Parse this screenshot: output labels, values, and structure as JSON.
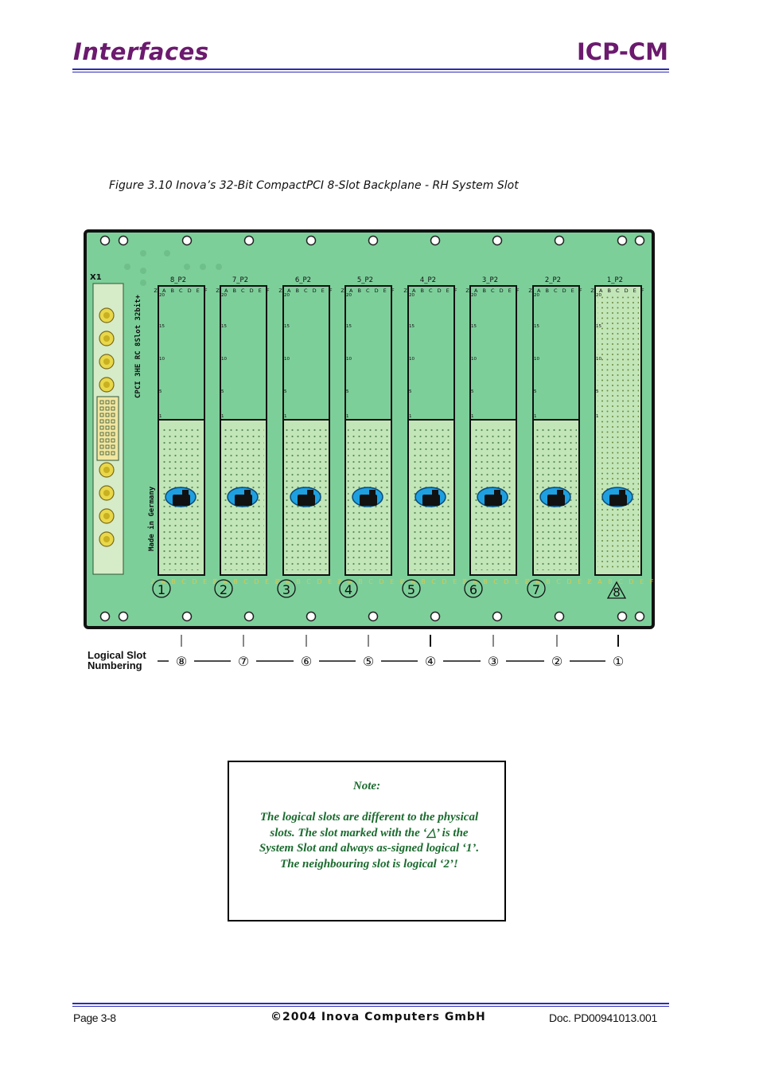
{
  "header": {
    "section_title": "Interfaces",
    "product_name": "ICP-CM"
  },
  "figure": {
    "caption": "Figure 3.10 Inova’s 32-Bit CompactPCI 8-Slot Backplane - RH System Slot",
    "connector_label": "X1",
    "board_text": "CPCI 3HE RC 8Slot 32bit+",
    "made_in": "Made in Germany",
    "pin_columns": "Z A B C D E F",
    "row_numbers": [
      "20",
      "15",
      "10",
      "5",
      "1"
    ],
    "slots": [
      {
        "p2_label": "8_P2",
        "physical_number": "1",
        "logical_number": "⑧",
        "system": false
      },
      {
        "p2_label": "7_P2",
        "physical_number": "2",
        "logical_number": "⑦",
        "system": false
      },
      {
        "p2_label": "6_P2",
        "physical_number": "3",
        "logical_number": "⑥",
        "system": false
      },
      {
        "p2_label": "5_P2",
        "physical_number": "4",
        "logical_number": "⑤",
        "system": false
      },
      {
        "p2_label": "4_P2",
        "physical_number": "5",
        "logical_number": "④",
        "system": false
      },
      {
        "p2_label": "3_P2",
        "physical_number": "6",
        "logical_number": "③",
        "system": false
      },
      {
        "p2_label": "2_P2",
        "physical_number": "7",
        "logical_number": "②",
        "system": false
      },
      {
        "p2_label": "1_P2",
        "physical_number": "8",
        "logical_number": "①",
        "system": true
      }
    ],
    "logical_label_line1": "Logical Slot",
    "logical_label_line2": "Numbering",
    "colors": {
      "board": "#7dcf9a",
      "board_border": "#111111",
      "connector": "#c2e6b8",
      "capacitor": "#1ea0e0",
      "header_purple": "#6b1a6e",
      "rule_blue": "#2b2bb8",
      "note_green": "#1a6b2e"
    }
  },
  "note": {
    "title": "Note:",
    "body": "The logical slots are different to the physical slots. The slot marked with the ‘△’ is the System Slot and always as-signed logical ‘1’. The neighbouring slot is logical ‘2’!"
  },
  "footer": {
    "page": "Page 3-8",
    "copyright": "©2004 Inova Computers GmbH",
    "doc_number": "Doc. PD00941013.001"
  }
}
